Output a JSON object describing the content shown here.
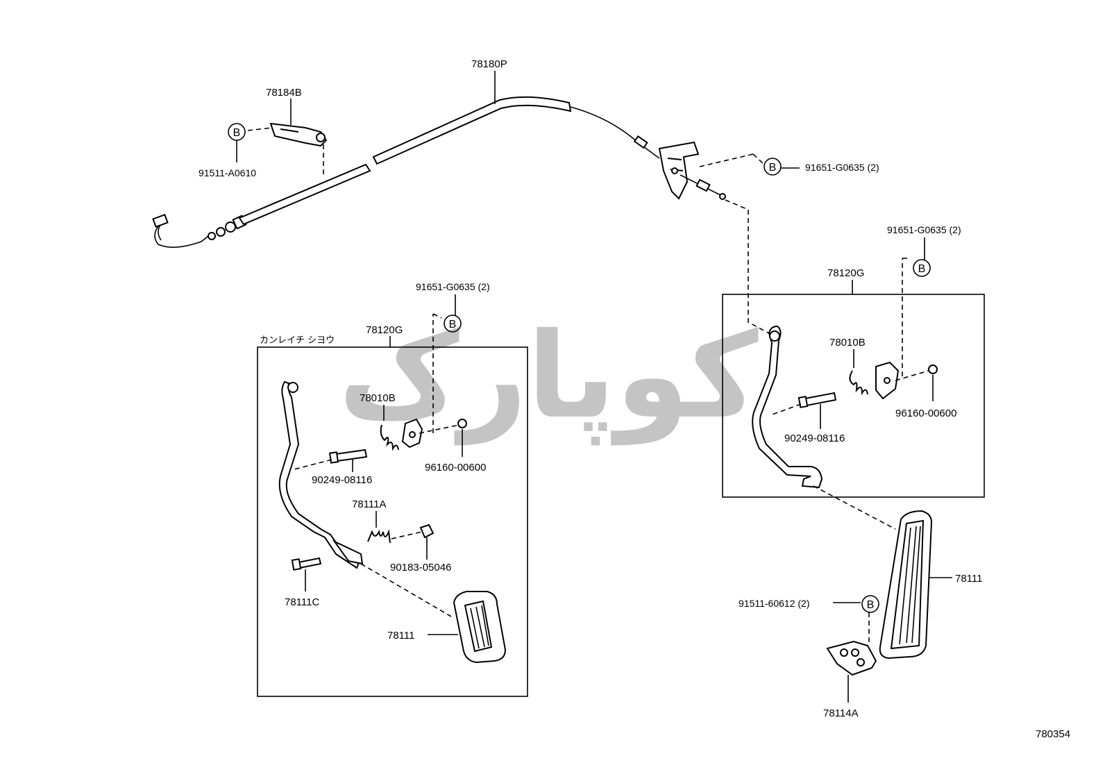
{
  "diagram": {
    "figure_number": "780354",
    "watermark_text": "کوپارک",
    "variant_note": "カンレイチ シヨウ",
    "b_marker": "B",
    "labels": {
      "cable": "78180P",
      "clamp": "78184B",
      "clamp_bolt": "91511-A0610",
      "bracket_bolt_top": "91651-G0635 (2)",
      "left_lever_assy": "78120G",
      "left_lever_bolt": "91651-G0635 (2)",
      "left_spring": "78010B",
      "left_pin": "90249-08116",
      "left_nut": "96160-00600",
      "left_spring2": "78111A",
      "left_bushing": "90183-05046",
      "left_bolt": "78111C",
      "left_pedal": "78111",
      "right_lever_assy": "78120G",
      "right_lever_bolt": "91651-G0635 (2)",
      "right_spring": "78010B",
      "right_pin": "90249-08116",
      "right_nut": "96160-00600",
      "right_pedal": "78111",
      "right_pedal_bolt": "91511-60612 (2)",
      "right_hinge": "78114A"
    }
  }
}
